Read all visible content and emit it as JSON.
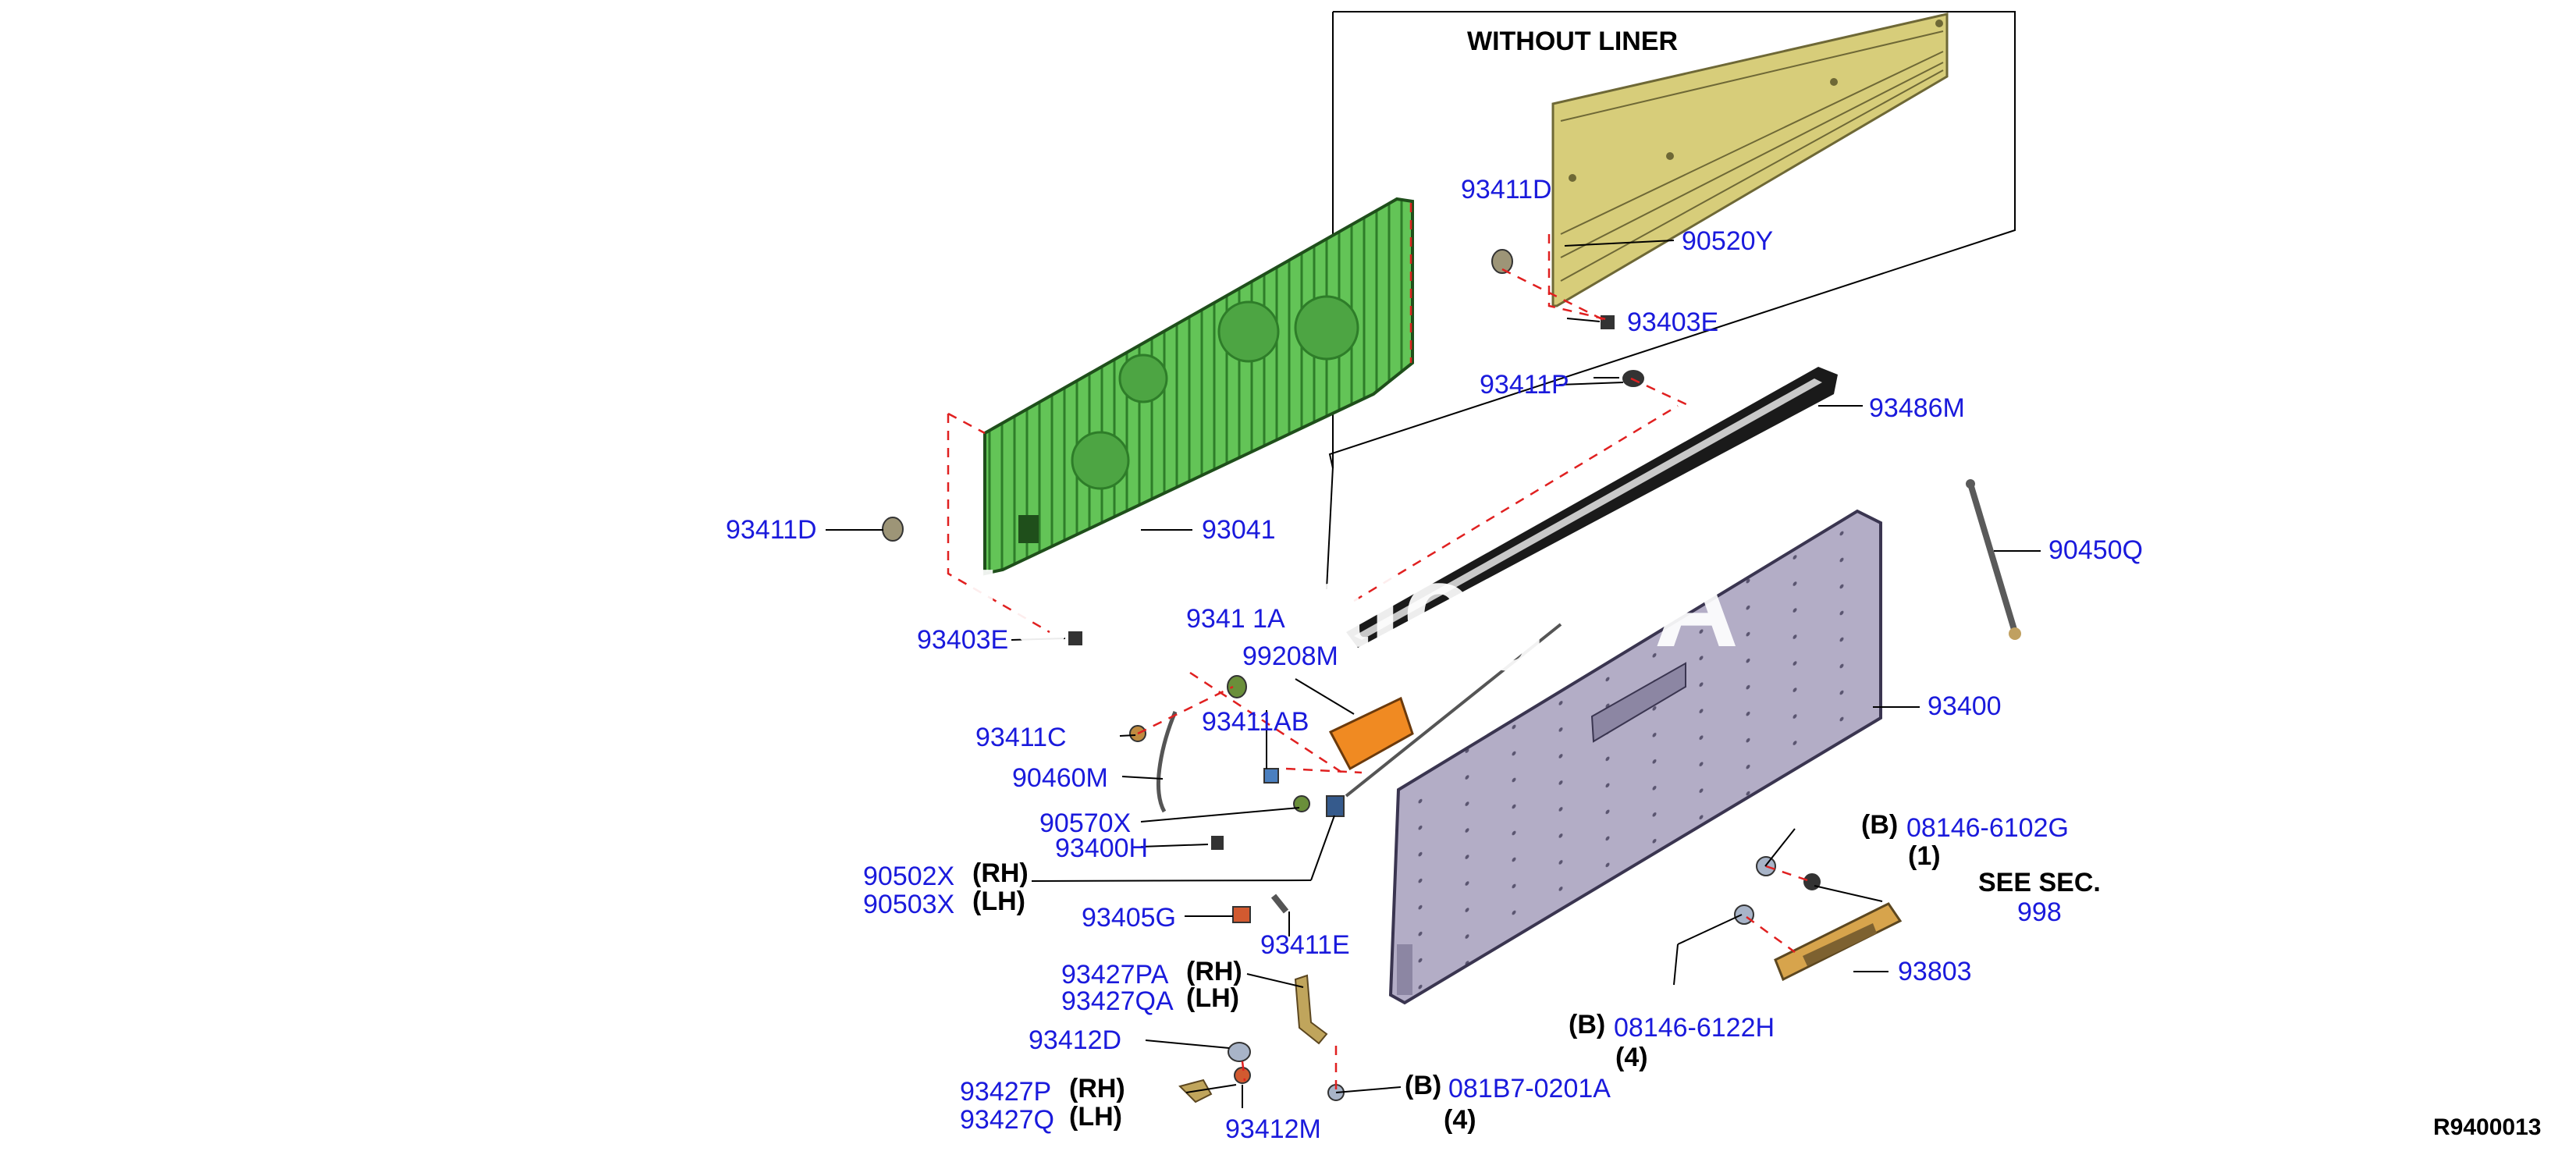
{
  "diagram": {
    "box_title": "WITHOUT LINER",
    "figure_code": "R9400013",
    "watermark": "tс Catalog PA",
    "colors": {
      "part_number": "#1a1adc",
      "text": "#000000",
      "liner": "#63c457",
      "board": "#d7cd7a",
      "gate": "#b3adc6",
      "pad": "#f08a22",
      "dash_line": "#e02020"
    },
    "parts": {
      "p93411D_left": "93411D",
      "p93041": "93041",
      "p93403E_left": "93403E",
      "p93411A": "9341 1A",
      "p99208M": "99208M",
      "p93411C": "93411C",
      "p93411AB": "93411AB",
      "p90460M": "90460M",
      "p90570X": "90570X",
      "p93400H": "93400H",
      "p90502X": "90502X",
      "p90503X": "90503X",
      "p93405G": "93405G",
      "p93411E": "93411E",
      "p93427PA": "93427PA",
      "p93427QA": "93427QA",
      "p93412D": "93412D",
      "p93427P": "93427P",
      "p93427Q": "93427Q",
      "p93412M": "93412M",
      "p081B7": "081B7-0201A",
      "p93411D_right": "93411D",
      "p90520Y": "90520Y",
      "p93403E_right": "93403E",
      "p93411P": "93411P",
      "p93486M": "93486M",
      "p90450Q": "90450Q",
      "p93400": "93400",
      "p08146_6102G": "08146-6102G",
      "p998": "998",
      "p93803": "93803",
      "p08146_6122H": "08146-6122H"
    },
    "notes": {
      "rh": "(RH)",
      "lh": "(LH)",
      "b": "(B)",
      "qty_1": "(1)",
      "qty_4": "(4)",
      "see_sec": "SEE SEC."
    }
  }
}
